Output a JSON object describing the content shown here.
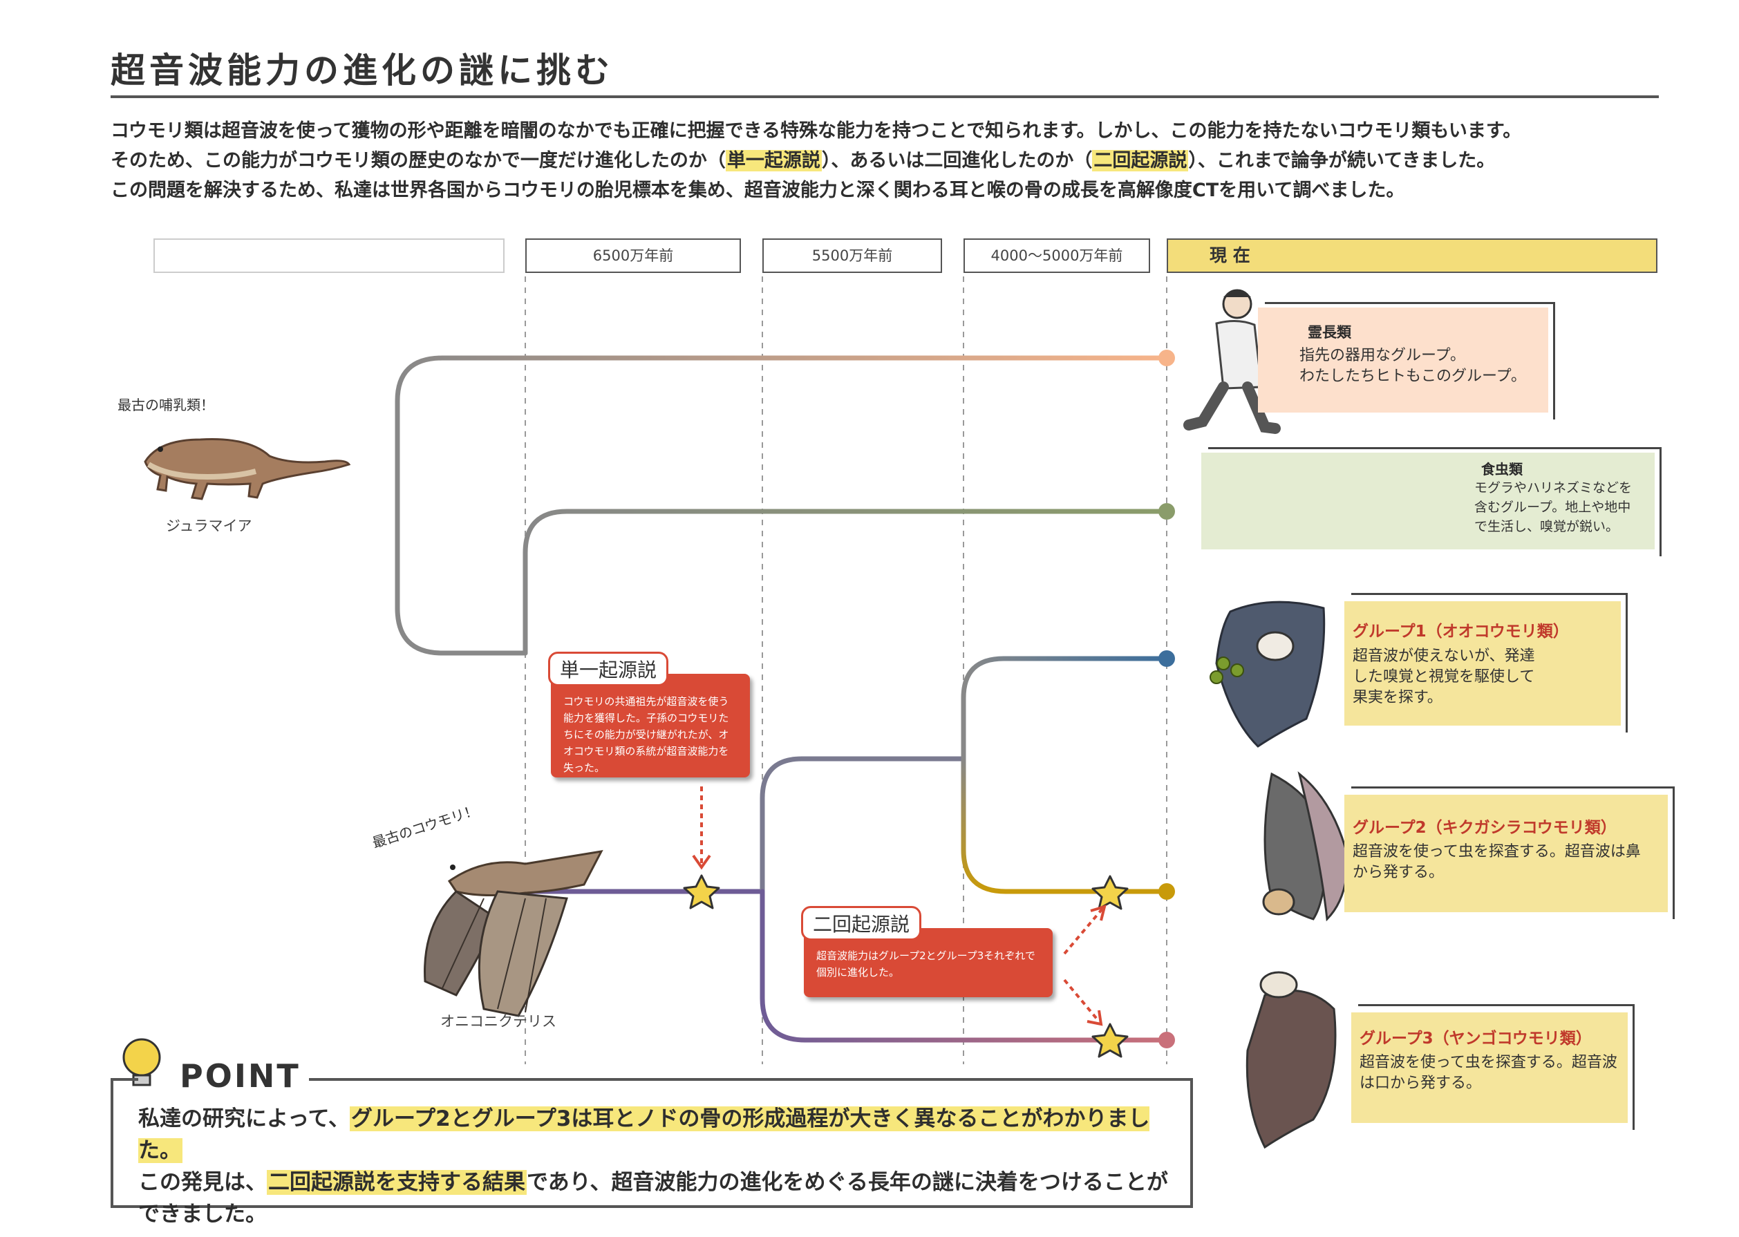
{
  "title": "超音波能力の進化の謎に挑む",
  "intro": {
    "line1": "コウモリ類は超音波を使って獲物の形や距離を暗闇のなかでも正確に把握できる特殊な能力を持つことで知られます。しかし、この能力を持たないコウモリ類もいます。",
    "line2_a": "そのため、この能力がコウモリ類の歴史のなかで一度だけ進化したのか（",
    "line2_hl1": "単一起源説",
    "line2_b": "）、あるいは二回進化したのか（",
    "line2_hl2": "二回起源説",
    "line2_c": "）、これまで論争が続いてきました。",
    "line3": "この問題を解決するため、私達は世界各国からコウモリの胎児標本を集め、超音波能力と深く関わる耳と喉の骨の成長を高解像度CTを用いて調べました。"
  },
  "timeline": {
    "t1": "6500万年前",
    "t2": "5500万年前",
    "t3": "4000～5000万年前",
    "t4": "現 在"
  },
  "fossils": {
    "mammal_note": "最古の哺乳類！",
    "mammal_name": "ジュラマイア",
    "bat_note": "最古のコウモリ！",
    "bat_name": "オニコニクテリス"
  },
  "callouts": {
    "single_tag": "単一起源説",
    "single_body": "コウモリの共通祖先が超音波を使う能力を獲得した。子孫のコウモリたちにその能力が受け継がれたが、オオコウモリ類の系統が超音波能力を失った。",
    "double_tag": "二回起源説",
    "double_body": "超音波能力はグループ2とグループ3それぞれで個別に進化した。"
  },
  "groups": {
    "primates_title": "霊長類",
    "primates_text1": "指先の器用なグループ。",
    "primates_text2": "わたしたちヒトもこのグループ。",
    "insect_title": "食虫類",
    "insect_text1": "モグラやハリネズミなどを",
    "insect_text2": "含むグループ。地上や地中",
    "insect_text3": "で生活し、嗅覚が鋭い。",
    "g1_title": "グループ1（オオコウモリ類）",
    "g1_text1": "超音波が使えないが、発達",
    "g1_text2": "した嗅覚と視覚を駆使して",
    "g1_text3": "果実を探す。",
    "g2_title": "グループ2（キクガシラコウモリ類）",
    "g2_text1": "超音波を使って虫を探査する。超音波は鼻",
    "g2_text2": "から発する。",
    "g3_title": "グループ3（ヤンゴコウモリ類）",
    "g3_text1": "超音波を使って虫を探査する。超音波",
    "g3_text2": "は口から発する。"
  },
  "point": {
    "label": "POINT",
    "l1_a": "私達の研究によって、",
    "l1_hl": "グループ2とグループ3は耳とノドの骨の形成過程が大きく異なることがわかりました。",
    "l2_a": "この発見は、",
    "l2_hl": "二回起源説を支持する結果",
    "l2_b": "であり、超音波能力の進化をめぐる長年の謎に決着をつけることが",
    "l3": "できました。"
  },
  "colors": {
    "primates": "#f7b48a",
    "insect": "#8a9c6a",
    "g1": "#3c6e9c",
    "g2": "#c89a0a",
    "g3": "#c9707a",
    "callout": "#d94a36",
    "highlight": "#f7e77c",
    "yellow_card": "#f5e59c"
  }
}
